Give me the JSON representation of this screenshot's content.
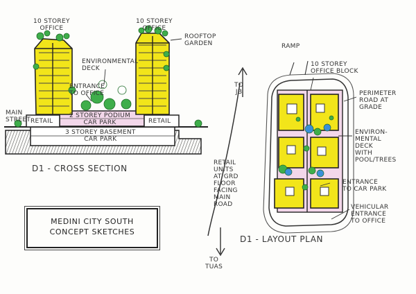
{
  "cross_section": {
    "title": "D1 - CROSS SECTION",
    "office_left": "10 STOREY\nOFFICE",
    "office_right": "10 STOREY\nOFFICE",
    "rooftop_garden": "ROOFTOP\nGARDEN",
    "environmental_deck": "ENVIRONMENTAL\nDECK",
    "entrance_to_office": "ENTRANCE\nTO OFFICE",
    "main_street": "MAIN\nSTREET",
    "retail_left": "RETAIL",
    "retail_right": "RETAIL",
    "podium_car_park": "2 STOREY PODIUM\nCAR PARK",
    "basement_car_park": "3 STOREY BASEMENT\nCAR PARK"
  },
  "layout_plan": {
    "title": "D1 - LAYOUT PLAN",
    "ramp": "RAMP",
    "to_jb": "TO\nJB",
    "to_tuas": "TO\nTUAS",
    "office_block": "10 STOREY\nOFFICE BLOCK",
    "perimeter_road": "PERIMETER\nROAD AT\nGRADE",
    "environmental_deck": "ENVIRON-\nMENTAL\nDECK\nWITH\nPOOL/TREES",
    "entrance_car_park": "ENTRANCE\nTO CAR PARK",
    "vehicular_entrance": "VEHICULAR\nENTRANCE\nTO OFFICE",
    "retail_units": "RETAIL\nUNITS\nAT GRD\nFLOOR\nFACING\nMAIN\nROAD"
  },
  "title_box": {
    "line1": "MEDINI CITY SOUTH",
    "line2": "CONCEPT SKETCHES"
  },
  "colors": {
    "building_yellow": "#f2e51a",
    "podium_pink": "#f3d7ea",
    "tree_green": "#3fae4b",
    "pool_blue": "#3a8fd8",
    "ink": "#2a2a2a"
  }
}
